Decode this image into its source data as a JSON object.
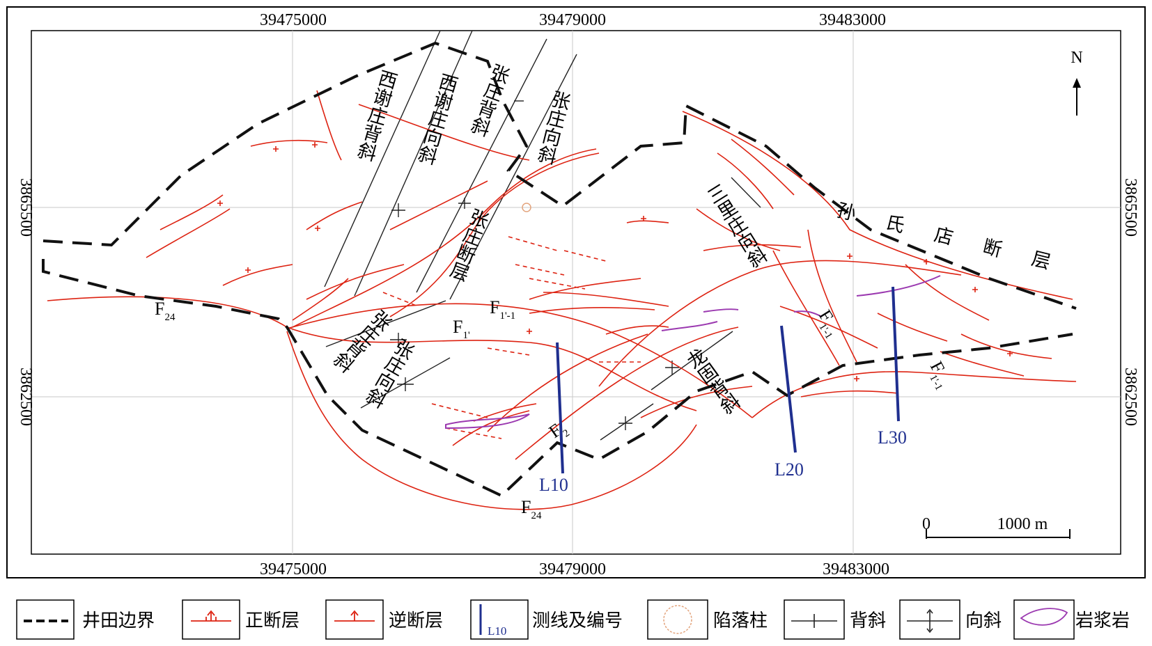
{
  "map": {
    "top_x_labels": [
      "39475000",
      "39479000",
      "39483000"
    ],
    "bottom_x_labels": [
      "39475000",
      "39479000",
      "39483000"
    ],
    "left_y_labels": [
      "3865500",
      "3862500"
    ],
    "right_y_labels": [
      "3865500",
      "3862500"
    ],
    "north_label": "N",
    "scale": {
      "zero": "0",
      "distance": "1000 m"
    },
    "structures": {
      "xixiezhuang_anticline": "西谢庄背斜",
      "xixiezhuang_syncline": "西谢庄向斜",
      "zhangzhuang_anticline_north": "张庄背斜",
      "zhangzhuang_syncline_north": "张庄向斜",
      "zhangzhuang_fault": "张庄断层",
      "zhangzhuang_anticline_south": "张庄背斜",
      "zhangzhuang_syncline_south": "张庄向斜",
      "sanliwang_syncline": "三里庄向斜",
      "sunshidian_fault": "孙氏店断层",
      "longgu_anticline": "龙固背斜"
    },
    "faults": {
      "f24_west": {
        "main": "F",
        "sub": "24"
      },
      "f24_south": {
        "main": "F",
        "sub": "24"
      },
      "f1": {
        "main": "F",
        "sub": "1'"
      },
      "f1_1": {
        "main": "F",
        "sub": "1'-1"
      },
      "f2": {
        "main": "F",
        "sub": "2"
      },
      "f1_1_east": {
        "main": "F",
        "sub": "1'-1"
      },
      "f1_1_south": {
        "main": "F",
        "sub": "1'-1"
      }
    },
    "survey_lines": [
      "L10",
      "L20",
      "L30"
    ]
  },
  "colors": {
    "fault": "#dd2211",
    "boundary": "#111111",
    "survey_line": "#1f2f8f",
    "magma": "#9b39b0",
    "collapse": "#e3a47d",
    "fold_axis": "#222222",
    "grid": "#c9c9c9"
  },
  "legend": [
    {
      "symbol": "boundary-dash",
      "label": "井田边界"
    },
    {
      "symbol": "normal-fault",
      "label": "正断层"
    },
    {
      "symbol": "reverse-fault",
      "label": "逆断层"
    },
    {
      "symbol": "survey-line",
      "label": "测线及编号",
      "sample": "L10"
    },
    {
      "symbol": "collapse-column",
      "label": "陷落柱"
    },
    {
      "symbol": "anticline",
      "label": "背斜"
    },
    {
      "symbol": "syncline",
      "label": "向斜"
    },
    {
      "symbol": "magmatic-rock",
      "label": "岩浆岩"
    }
  ]
}
